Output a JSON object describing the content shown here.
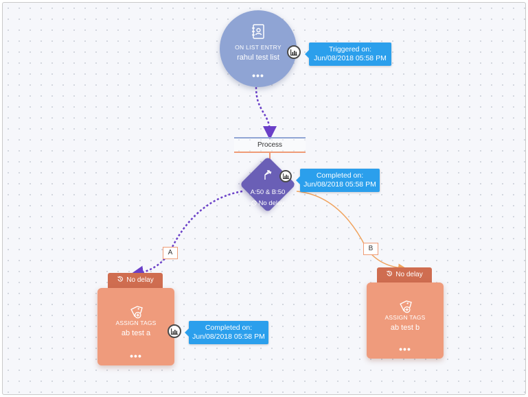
{
  "entry": {
    "title": "ON LIST ENTRY",
    "subtitle": "rahul test list",
    "menu": "•••",
    "tooltip": {
      "label": "Triggered on:",
      "time": "Jun/08/2018 05:58 PM"
    }
  },
  "process": {
    "label": "Process"
  },
  "split": {
    "ratio": "A:50 & B:50",
    "delay": "No delay",
    "tooltip": {
      "label": "Completed on:",
      "time": "Jun/08/2018 05:58 PM"
    }
  },
  "branches": {
    "a": {
      "label": "A",
      "delay": "No delay",
      "title": "ASSIGN TAGS",
      "subtitle": "ab test a",
      "menu": "•••",
      "tooltip": {
        "label": "Completed on:",
        "time": "Jun/08/2018 05:58 PM"
      }
    },
    "b": {
      "label": "B",
      "delay": "No delay",
      "title": "ASSIGN TAGS",
      "subtitle": "ab test b",
      "menu": "•••"
    }
  },
  "colors": {
    "entry": "#8fa4d4",
    "split": "#6a5fb6",
    "action": "#ef9b7c",
    "delay_tab": "#cf6d50",
    "tooltip": "#2b9fec",
    "active_path": "#6a3fc8",
    "inactive_path": "#f0a35e"
  }
}
